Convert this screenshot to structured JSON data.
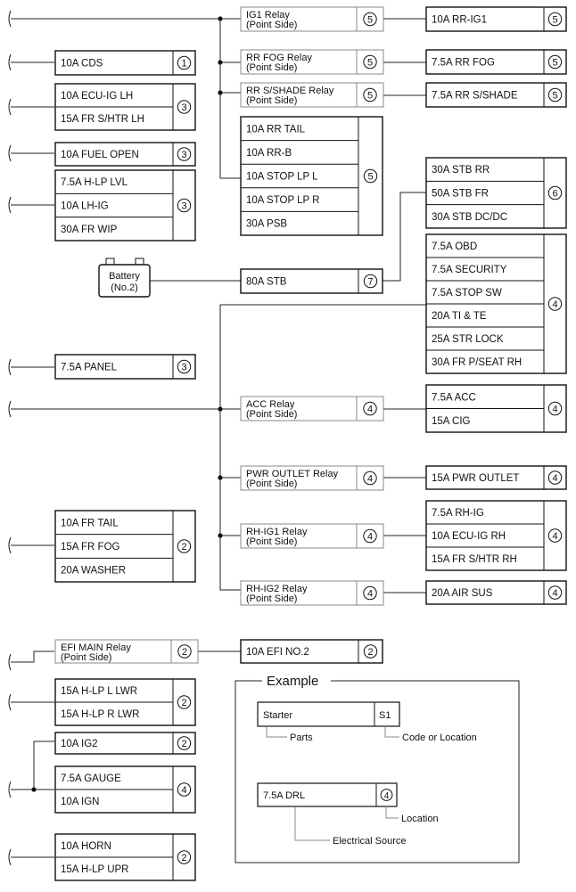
{
  "fuse_groups": [
    {
      "items": [
        "10A CDS"
      ],
      "loc": "1"
    },
    {
      "items": [
        "10A ECU-IG LH",
        "15A FR S/HTR LH"
      ],
      "loc": "3"
    },
    {
      "items": [
        "10A FUEL OPEN"
      ],
      "loc": "3"
    },
    {
      "items": [
        "7.5A H-LP LVL",
        "10A LH-IG",
        "30A FR WIP"
      ],
      "loc": "3"
    },
    {
      "items": [
        "10A RR TAIL",
        "10A RR-B",
        "10A STOP LP L",
        "10A STOP LP R",
        "30A PSB"
      ],
      "loc": "5"
    },
    {
      "items": [
        "10A RR-IG1"
      ],
      "loc": "5"
    },
    {
      "items": [
        "7.5A RR FOG"
      ],
      "loc": "5"
    },
    {
      "items": [
        "7.5A RR S/SHADE"
      ],
      "loc": "5"
    },
    {
      "items": [
        "30A STB RR",
        "50A STB FR",
        "30A STB DC/DC"
      ],
      "loc": "6"
    },
    {
      "items": [
        "80A STB"
      ],
      "loc": "7"
    },
    {
      "items": [
        "7.5A OBD",
        "7.5A SECURITY",
        "7.5A STOP SW",
        "20A TI & TE",
        "25A STR LOCK",
        "30A FR P/SEAT RH"
      ],
      "loc": "4"
    },
    {
      "items": [
        "7.5A PANEL"
      ],
      "loc": "3"
    },
    {
      "items": [
        "7.5A ACC",
        "15A CIG"
      ],
      "loc": "4"
    },
    {
      "items": [
        "15A PWR OUTLET"
      ],
      "loc": "4"
    },
    {
      "items": [
        "10A FR TAIL",
        "15A FR FOG",
        "20A WASHER"
      ],
      "loc": "2"
    },
    {
      "items": [
        "7.5A RH-IG",
        "10A ECU-IG RH",
        "15A FR S/HTR RH"
      ],
      "loc": "4"
    },
    {
      "items": [
        "20A AIR SUS"
      ],
      "loc": "4"
    },
    {
      "items": [
        "10A EFI NO.2"
      ],
      "loc": "2"
    },
    {
      "items": [
        "15A H-LP L LWR",
        "15A H-LP R LWR"
      ],
      "loc": "2"
    },
    {
      "items": [
        "10A IG2"
      ],
      "loc": "2"
    },
    {
      "items": [
        "7.5A GAUGE",
        "10A IGN"
      ],
      "loc": "4"
    },
    {
      "items": [
        "10A HORN",
        "15A H-LP UPR"
      ],
      "loc": "2"
    }
  ],
  "relays": [
    {
      "lines": [
        "IG1 Relay",
        "(Point Side)"
      ],
      "loc": "5"
    },
    {
      "lines": [
        "RR FOG Relay",
        "(Point Side)"
      ],
      "loc": "5"
    },
    {
      "lines": [
        "RR S/SHADE Relay",
        "(Point Side)"
      ],
      "loc": "5"
    },
    {
      "lines": [
        "ACC Relay",
        "(Point Side)"
      ],
      "loc": "4"
    },
    {
      "lines": [
        "PWR OUTLET Relay",
        "(Point Side)"
      ],
      "loc": "4"
    },
    {
      "lines": [
        "RH-IG1 Relay",
        "(Point Side)"
      ],
      "loc": "4"
    },
    {
      "lines": [
        "RH-IG2 Relay",
        "(Point Side)"
      ],
      "loc": "4"
    },
    {
      "lines": [
        "EFI MAIN Relay",
        "(Point Side)"
      ],
      "loc": "2"
    }
  ],
  "battery": {
    "lines": [
      "Battery",
      "(No.2)"
    ]
  },
  "example": {
    "title": "Example",
    "part_name": "Starter",
    "part_code": "S1",
    "parts_label": "Parts",
    "code_label": "Code or Location",
    "fuse_name": "7.5A DRL",
    "fuse_loc": "4",
    "location_label": "Location",
    "source_label": "Electrical Source"
  }
}
